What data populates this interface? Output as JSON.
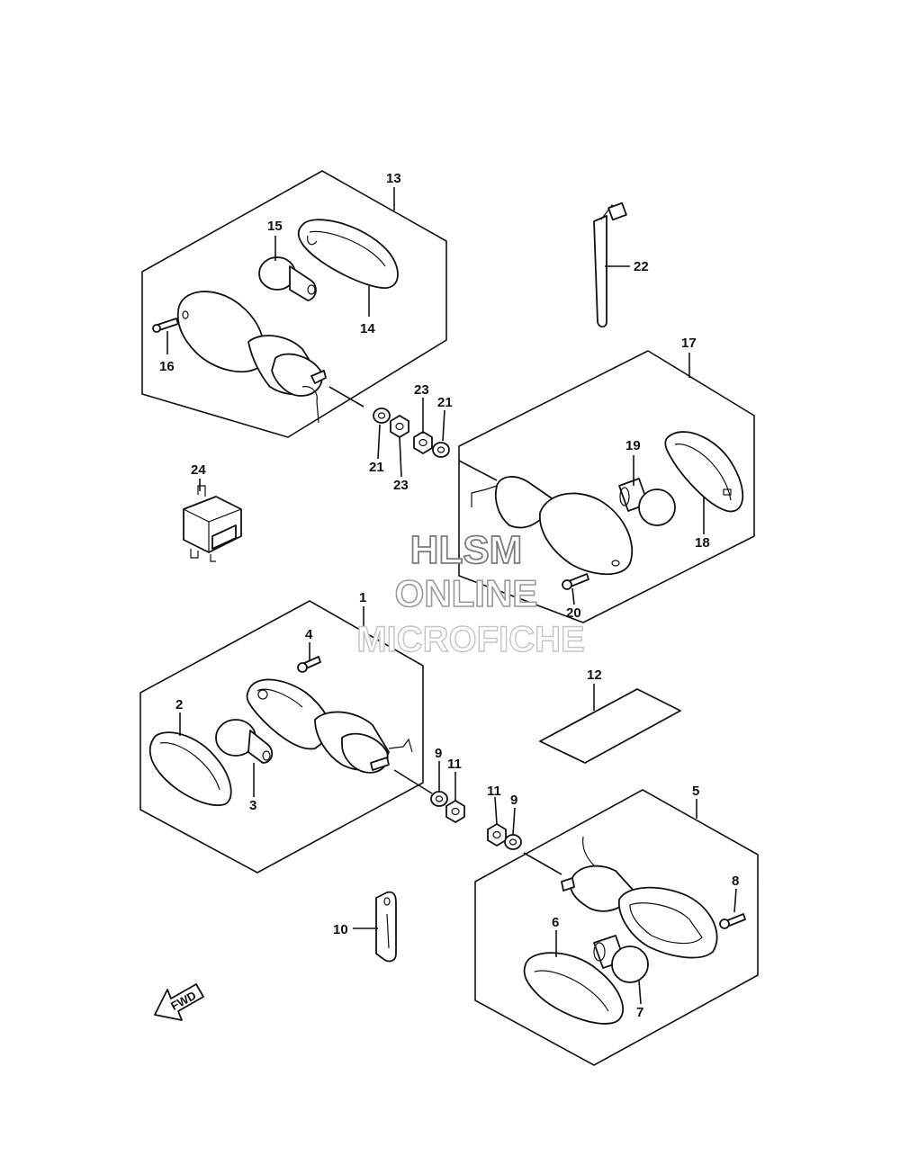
{
  "watermark": {
    "line1": "HLSM",
    "line2": "ONLINE",
    "line3": "MICROFICHE"
  },
  "direction_label": "FWD",
  "callouts": {
    "c1": "1",
    "c2": "2",
    "c3": "3",
    "c4": "4",
    "c5": "5",
    "c6": "6",
    "c7": "7",
    "c8": "8",
    "c9a": "9",
    "c9b": "9",
    "c10": "10",
    "c11a": "11",
    "c11b": "11",
    "c12": "12",
    "c13": "13",
    "c14": "14",
    "c15": "15",
    "c16": "16",
    "c17": "17",
    "c18": "18",
    "c19": "19",
    "c20": "20",
    "c21a": "21",
    "c21b": "21",
    "c22": "22",
    "c23a": "23",
    "c23b": "23",
    "c24": "24"
  },
  "colors": {
    "ink": "#111111",
    "watermark": "#9b9b9b",
    "background": "#ffffff"
  }
}
